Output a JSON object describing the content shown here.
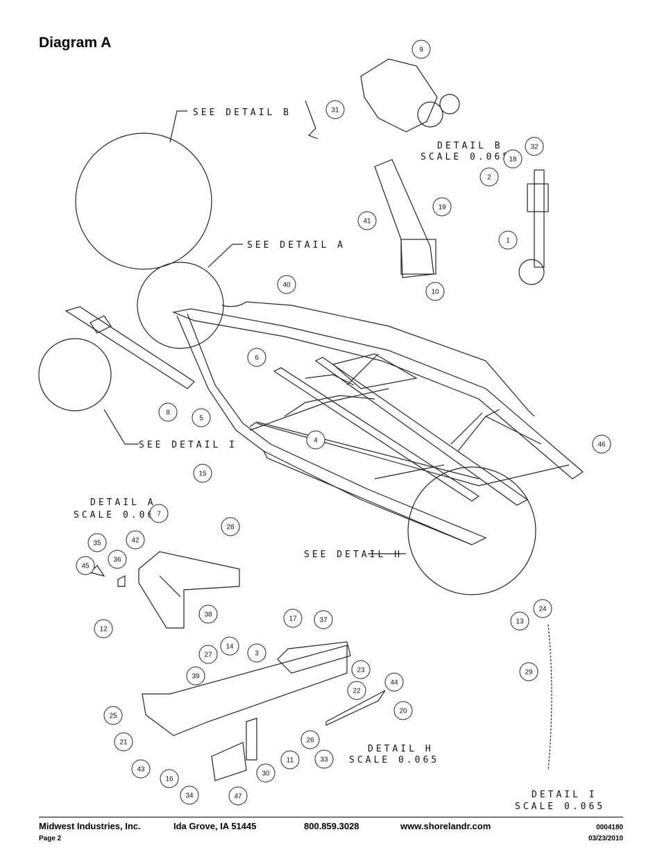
{
  "title": "Diagram A",
  "captions": {
    "see_detail_b": "SEE DETAIL B",
    "see_detail_a": "SEE DETAIL A",
    "see_detail_i": "SEE DETAIL I",
    "see_detail_h": "SEE DETAIL H",
    "detail_b": "DETAIL B",
    "detail_a": "DETAIL A",
    "detail_h": "DETAIL H",
    "detail_i": "DETAIL I",
    "scale": "SCALE 0.065"
  },
  "callouts": [
    "9",
    "31",
    "32",
    "18",
    "2",
    "19",
    "41",
    "1",
    "10",
    "40",
    "6",
    "8",
    "5",
    "4",
    "46",
    "15",
    "7",
    "28",
    "35",
    "42",
    "45",
    "36",
    "12",
    "38",
    "17",
    "37",
    "14",
    "3",
    "27",
    "23",
    "39",
    "22",
    "44",
    "20",
    "25",
    "21",
    "26",
    "43",
    "16",
    "11",
    "33",
    "30",
    "34",
    "47",
    "13",
    "24",
    "29"
  ],
  "footer": {
    "company": "Midwest Industries, Inc.",
    "city": "Ida Grove, IA  51445",
    "phone": "800.859.3028",
    "website": "www.shorelandr.com",
    "doc_number": "0004180",
    "page": "Page 2",
    "date": "03/23/2010"
  }
}
